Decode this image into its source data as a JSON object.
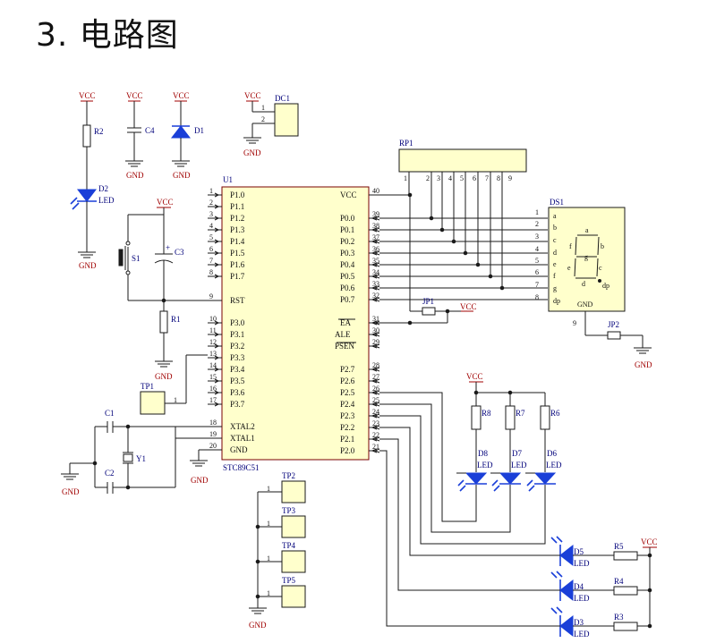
{
  "heading": "3. 电路图",
  "power": {
    "vcc": "VCC",
    "gnd": "GND"
  },
  "mcu": {
    "ref": "U1",
    "part": "STC89C51",
    "left_pins": [
      {
        "num": "1",
        "name": "P1.0"
      },
      {
        "num": "2",
        "name": "P1.1"
      },
      {
        "num": "3",
        "name": "P1.2"
      },
      {
        "num": "4",
        "name": "P1.3"
      },
      {
        "num": "5",
        "name": "P1.4"
      },
      {
        "num": "6",
        "name": "P1.5"
      },
      {
        "num": "7",
        "name": "P1.6"
      },
      {
        "num": "8",
        "name": "P1.7"
      },
      {
        "num": "9",
        "name": "RST"
      },
      {
        "num": "10",
        "name": "P3.0"
      },
      {
        "num": "11",
        "name": "P3.1"
      },
      {
        "num": "12",
        "name": "P3.2"
      },
      {
        "num": "13",
        "name": "P3.3"
      },
      {
        "num": "14",
        "name": "P3.4"
      },
      {
        "num": "15",
        "name": "P3.5"
      },
      {
        "num": "16",
        "name": "P3.6"
      },
      {
        "num": "17",
        "name": "P3.7"
      },
      {
        "num": "18",
        "name": "XTAL2"
      },
      {
        "num": "19",
        "name": "XTAL1"
      },
      {
        "num": "20",
        "name": "GND"
      }
    ],
    "right_pins": [
      {
        "num": "40",
        "name": "VCC"
      },
      {
        "num": "39",
        "name": "P0.0"
      },
      {
        "num": "38",
        "name": "P0.1"
      },
      {
        "num": "37",
        "name": "P0.2"
      },
      {
        "num": "36",
        "name": "P0.3"
      },
      {
        "num": "35",
        "name": "P0.4"
      },
      {
        "num": "34",
        "name": "P0.5"
      },
      {
        "num": "33",
        "name": "P0.6"
      },
      {
        "num": "32",
        "name": "P0.7"
      },
      {
        "num": "31",
        "name": "EA"
      },
      {
        "num": "30",
        "name": "ALE"
      },
      {
        "num": "29",
        "name": "PSEN"
      },
      {
        "num": "28",
        "name": "P2.7"
      },
      {
        "num": "27",
        "name": "P2.6"
      },
      {
        "num": "26",
        "name": "P2.5"
      },
      {
        "num": "25",
        "name": "P2.4"
      },
      {
        "num": "24",
        "name": "P2.3"
      },
      {
        "num": "23",
        "name": "P2.2"
      },
      {
        "num": "22",
        "name": "P2.1"
      },
      {
        "num": "21",
        "name": "P2.0"
      }
    ]
  },
  "rp1": {
    "ref": "RP1",
    "pins": [
      "1",
      "2",
      "3",
      "4",
      "5",
      "6",
      "7",
      "8",
      "9"
    ]
  },
  "ds1": {
    "ref": "DS1",
    "pins": [
      {
        "num": "1",
        "seg": "a"
      },
      {
        "num": "2",
        "seg": "b"
      },
      {
        "num": "3",
        "seg": "c"
      },
      {
        "num": "4",
        "seg": "d"
      },
      {
        "num": "5",
        "seg": "e"
      },
      {
        "num": "6",
        "seg": "f"
      },
      {
        "num": "7",
        "seg": "g"
      },
      {
        "num": "8",
        "seg": "dp"
      }
    ],
    "face": {
      "a": "a",
      "b": "b",
      "c": "c",
      "d": "d",
      "e": "e",
      "f": "f",
      "g": "g",
      "dp": "dp"
    },
    "gnd": "GND",
    "gnd_pin": "9"
  },
  "dc1": {
    "ref": "DC1",
    "pin1": "1",
    "pin2": "2"
  },
  "components": {
    "r1": "R1",
    "r2": "R2",
    "r3": "R3",
    "r4": "R4",
    "r5": "R5",
    "r6": "R6",
    "r7": "R7",
    "r8": "R8",
    "c1": "C1",
    "c2": "C2",
    "c3": "C3",
    "c4": "C4",
    "c3_plus": "+",
    "d1": "D1",
    "d2": "D2",
    "d3": "D3",
    "d4": "D4",
    "d5": "D5",
    "d6": "D6",
    "d7": "D7",
    "d8": "D8",
    "led": "LED",
    "s1": "S1",
    "y1": "Y1",
    "jp1": "JP1",
    "jp2": "JP2",
    "tp1": "TP1",
    "tp2": "TP2",
    "tp3": "TP3",
    "tp4": "TP4",
    "tp5": "TP5",
    "tp_pin": "1"
  }
}
